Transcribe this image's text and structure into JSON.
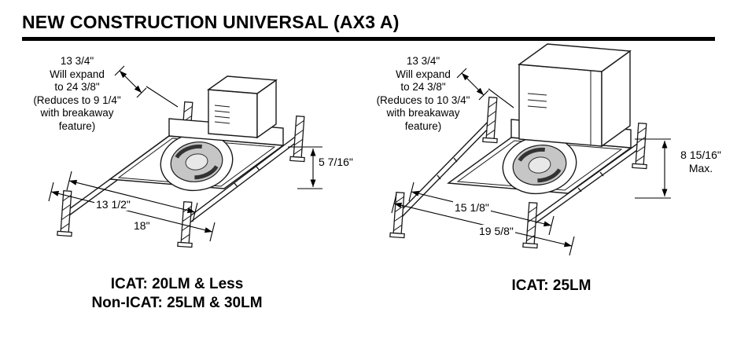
{
  "title": "NEW CONSTRUCTION UNIVERSAL (AX3 A)",
  "left_unit": {
    "expand_note": {
      "line1": "13 3/4\"",
      "line2": "Will expand",
      "line3": "to 24 3/8\"",
      "line4": "(Reduces to 9 1/4\"",
      "line5": "with breakaway",
      "line6": "feature)"
    },
    "height_dim": "5 7/16\"",
    "inner_width_dim": "13 1/2\"",
    "outer_width_dim": "18\"",
    "caption": {
      "line1": "ICAT: 20LM & Less",
      "line2": "Non-ICAT: 25LM & 30LM"
    }
  },
  "right_unit": {
    "expand_note": {
      "line1": "13 3/4\"",
      "line2": "Will expand",
      "line3": "to 24 3/8\"",
      "line4": "(Reduces to 10 3/4\"",
      "line5": "with breakaway",
      "line6": "feature)"
    },
    "height_dim": "8 15/16\"",
    "height_dim_note": "Max.",
    "inner_width_dim": "15 1/8\"",
    "outer_width_dim": "19 5/8\"",
    "caption": {
      "line1": "ICAT: 25LM"
    }
  }
}
